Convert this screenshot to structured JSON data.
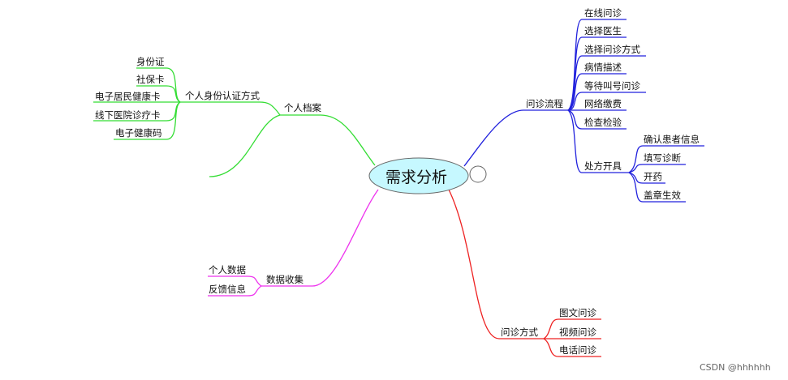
{
  "center": {
    "label": "需求分析"
  },
  "branches": {
    "profile": {
      "label": "个人档案",
      "color": "#33dd33",
      "id_methods": {
        "label": "个人身份认证方式",
        "items": [
          "身份证",
          "社保卡",
          "电子居民健康卡",
          "线下医院诊疗卡",
          "电子健康码"
        ]
      }
    },
    "process": {
      "label": "问诊流程",
      "color": "#2222dd",
      "items": [
        "在线问诊",
        "选择医生",
        "选择问诊方式",
        "病情描述",
        "等待叫号问诊",
        "网络缴费",
        "检查检验"
      ],
      "prescription": {
        "label": "处方开具",
        "items": [
          "确认患者信息",
          "填写诊断",
          "开药",
          "盖章生效"
        ]
      }
    },
    "data": {
      "label": "数据收集",
      "color": "#ee33ee",
      "items": [
        "个人数据",
        "反馈信息"
      ]
    },
    "method": {
      "label": "问诊方式",
      "color": "#ee2222",
      "items": [
        "图文问诊",
        "视频问诊",
        "电话问诊"
      ]
    }
  },
  "watermark": "CSDN @hhhhhh"
}
